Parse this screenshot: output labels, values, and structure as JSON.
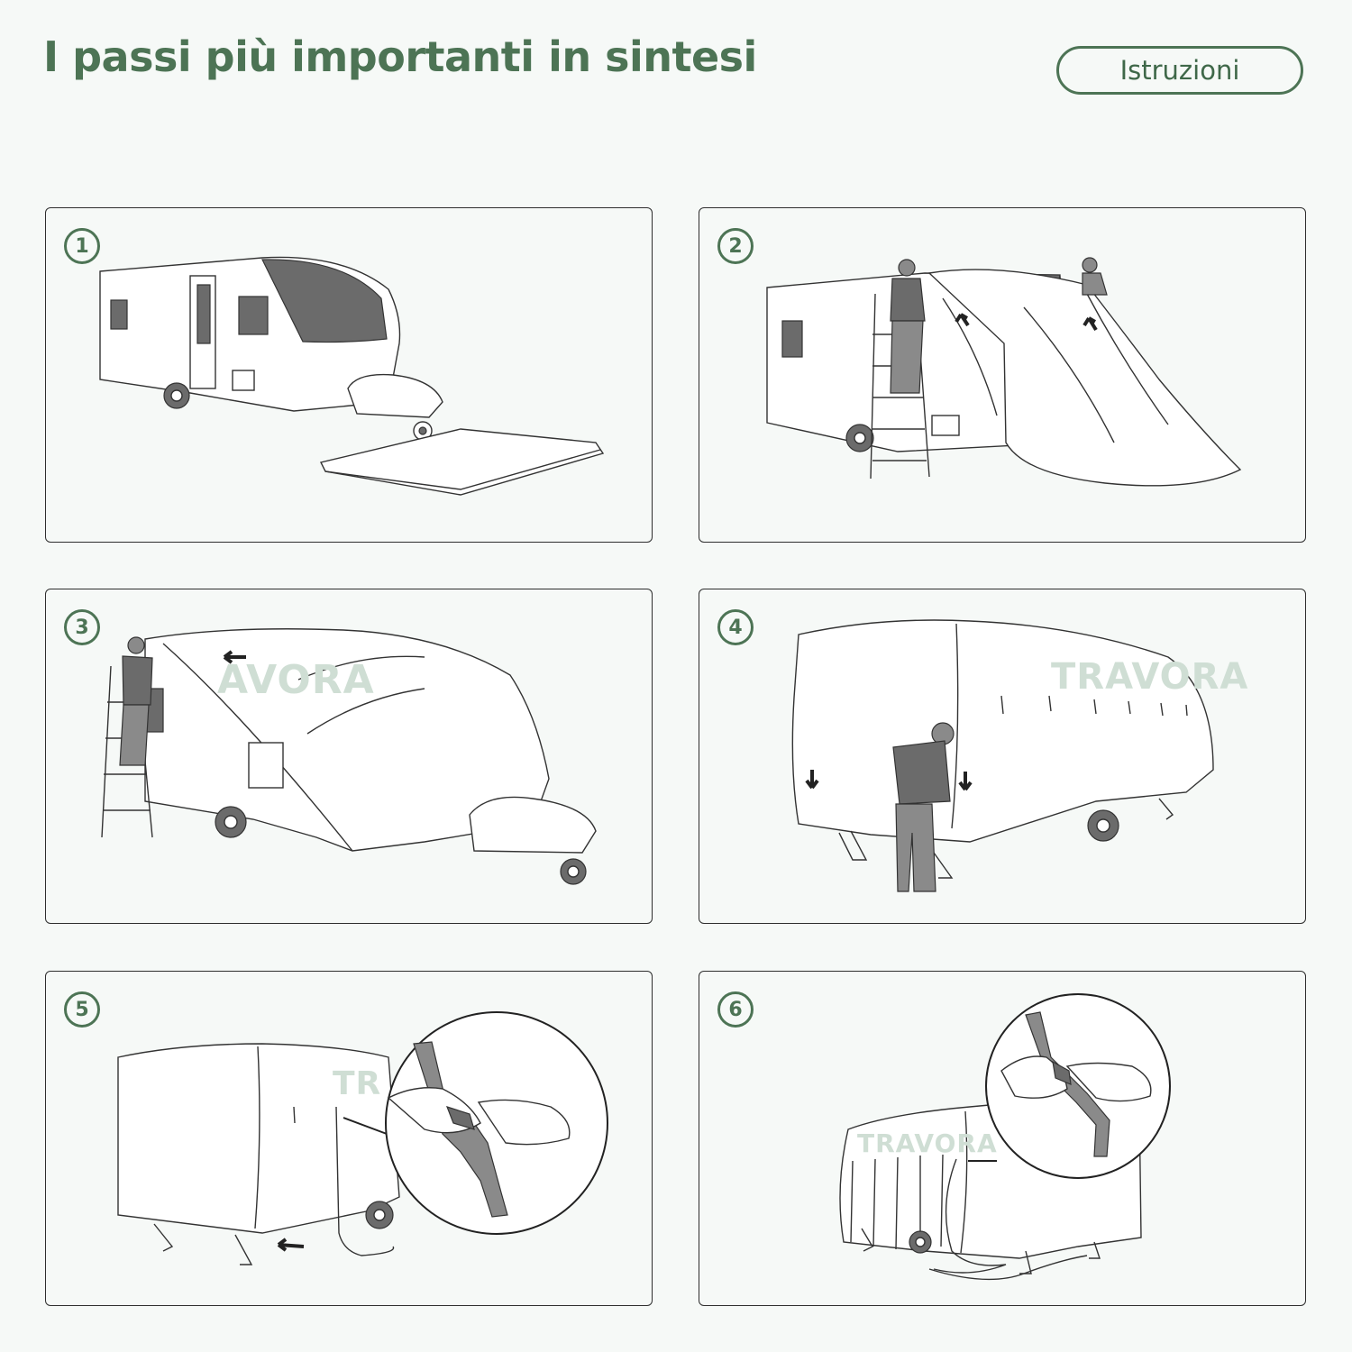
{
  "header": {
    "title": "I passi più importanti in sintesi",
    "button_label": "Istruzioni"
  },
  "steps": [
    {
      "number": "1"
    },
    {
      "number": "2"
    },
    {
      "number": "3",
      "brand": "AVORA"
    },
    {
      "number": "4",
      "brand": "TRAVORA"
    },
    {
      "number": "5",
      "brand": "TR"
    },
    {
      "number": "6",
      "brand": "TRAVORA"
    }
  ],
  "colors": {
    "accent": "#4d7455",
    "background": "#f6f9f7",
    "brand_light": "#cfded4",
    "illustration_dark": "#6b6b6b"
  }
}
